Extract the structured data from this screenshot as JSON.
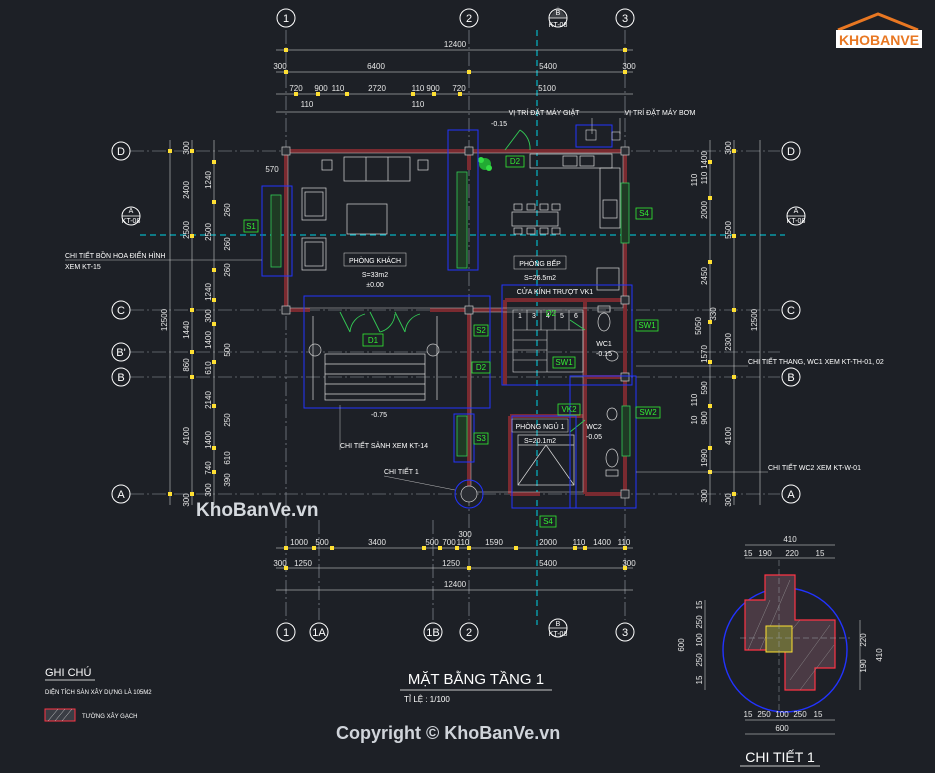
{
  "logo": {
    "text": "KHOBANVE"
  },
  "watermarks": {
    "mid": "KhoBanVe.vn",
    "copyright": "Copyright © KhoBanVe.vn"
  },
  "grid": {
    "top": [
      "1",
      "2",
      "3"
    ],
    "bottom": [
      "1",
      "1A",
      "1B",
      "2",
      "3"
    ],
    "rows": [
      "D",
      "C",
      "B'",
      "B",
      "A"
    ],
    "section_b": "B",
    "section_b_ref": "KT-08",
    "section_a": "A",
    "section_a_ref": "KT-08"
  },
  "dims_top": {
    "overall": "12400",
    "seg": [
      "300",
      "6400",
      "5400",
      "300"
    ],
    "detail_left": [
      "720",
      "900",
      "110",
      "2720",
      "110",
      "900",
      "720"
    ],
    "small": [
      "110",
      "110"
    ],
    "right": "5100"
  },
  "dims_bottom": {
    "row1": [
      "1000",
      "500",
      "3400",
      "500",
      "700",
      "110",
      "1590",
      "300",
      "2000",
      "110",
      "1400",
      "110"
    ],
    "row2": [
      "300",
      "1250",
      "1250",
      "5400",
      "300"
    ],
    "overall": "12400"
  },
  "dims_left": {
    "outer": "12500",
    "seg": [
      "300",
      "2400",
      "2500",
      "1440",
      "860",
      "4100",
      "300"
    ],
    "inner": [
      "1240",
      "2500",
      "1240",
      "300",
      "1400",
      "610",
      "2140",
      "1400",
      "740",
      "300"
    ],
    "misc": [
      "570",
      "260",
      "260",
      "260",
      "250",
      "610",
      "500",
      "390"
    ]
  },
  "dims_right": {
    "outer": "12500",
    "seg": [
      "300",
      "5500",
      "2300",
      "4100",
      "300"
    ],
    "inner": [
      "110",
      "1400",
      "2000",
      "2450",
      "5050",
      "1570",
      "590",
      "110",
      "900",
      "1990"
    ],
    "misc": [
      "300",
      "330",
      "110",
      "10"
    ]
  },
  "rooms": [
    {
      "name": "PHÒNG KHÁCH",
      "area": "S=33m2",
      "level": "±0.00"
    },
    {
      "name": "PHÒNG BẾP",
      "area": "S=26.5m2"
    },
    {
      "name": "PHÒNG NGỦ 1",
      "area": "S=20.1m2"
    },
    {
      "name": "WC1",
      "level": "-0.15"
    },
    {
      "name": "WC2",
      "level": "-0.05"
    }
  ],
  "levels": [
    "-0.15",
    "-0.75"
  ],
  "tags": [
    "D1",
    "D2",
    "D2",
    "D2",
    "S1",
    "S2",
    "S3",
    "S4",
    "S4",
    "SW1",
    "SW1",
    "SW2",
    "VK2"
  ],
  "notes": {
    "pump": "VỊ TRÍ ĐẶT MÁY BƠM",
    "washer": "VỊ TRÍ ĐẶT MÁY GIẶT",
    "flower": "CHI TIẾT BỒN HOA ĐIỂN HÌNH",
    "flower_ref": "XEM KT-15",
    "sliding": "CỬA KÍNH TRƯỢT VK1",
    "stair": "CHI TIẾT THANG, WC1 XEM KT-TH-01, 02",
    "lobby": "CHI TIẾT SẢNH XEM KT-14",
    "wc2": "CHI TIẾT WC2 XEM KT-W-01",
    "detail1": "CHI TIẾT 1"
  },
  "stair_numbers": [
    "1",
    "3",
    "4",
    "5",
    "6"
  ],
  "title": {
    "main": "MẶT BẰNG TẦNG 1",
    "scale": "TỈ LỆ : 1/100"
  },
  "legend": {
    "heading": "GHI CHÚ",
    "area": "DIỆN TÍCH SÀN XÂY DỰNG LÀ 105M2",
    "wall": "TƯỜNG XÂY GẠCH"
  },
  "detail": {
    "title": "CHI TIẾT 1",
    "top": [
      "410",
      "15",
      "190",
      "220",
      "15"
    ],
    "left": [
      "600",
      "15",
      "250",
      "100",
      "250",
      "15"
    ],
    "right": [
      "220",
      "190",
      "410"
    ],
    "bottom": [
      "15",
      "250",
      "100",
      "250",
      "15"
    ],
    "bottom_total": "600"
  },
  "colors": {
    "background": "#1d2026",
    "wall": "#7a2a30",
    "dimension": "#e6e6e6",
    "axis": "#00d5e6",
    "tag": "#33ee33",
    "boundary": "#2233ff",
    "marker": "#ffe033"
  }
}
